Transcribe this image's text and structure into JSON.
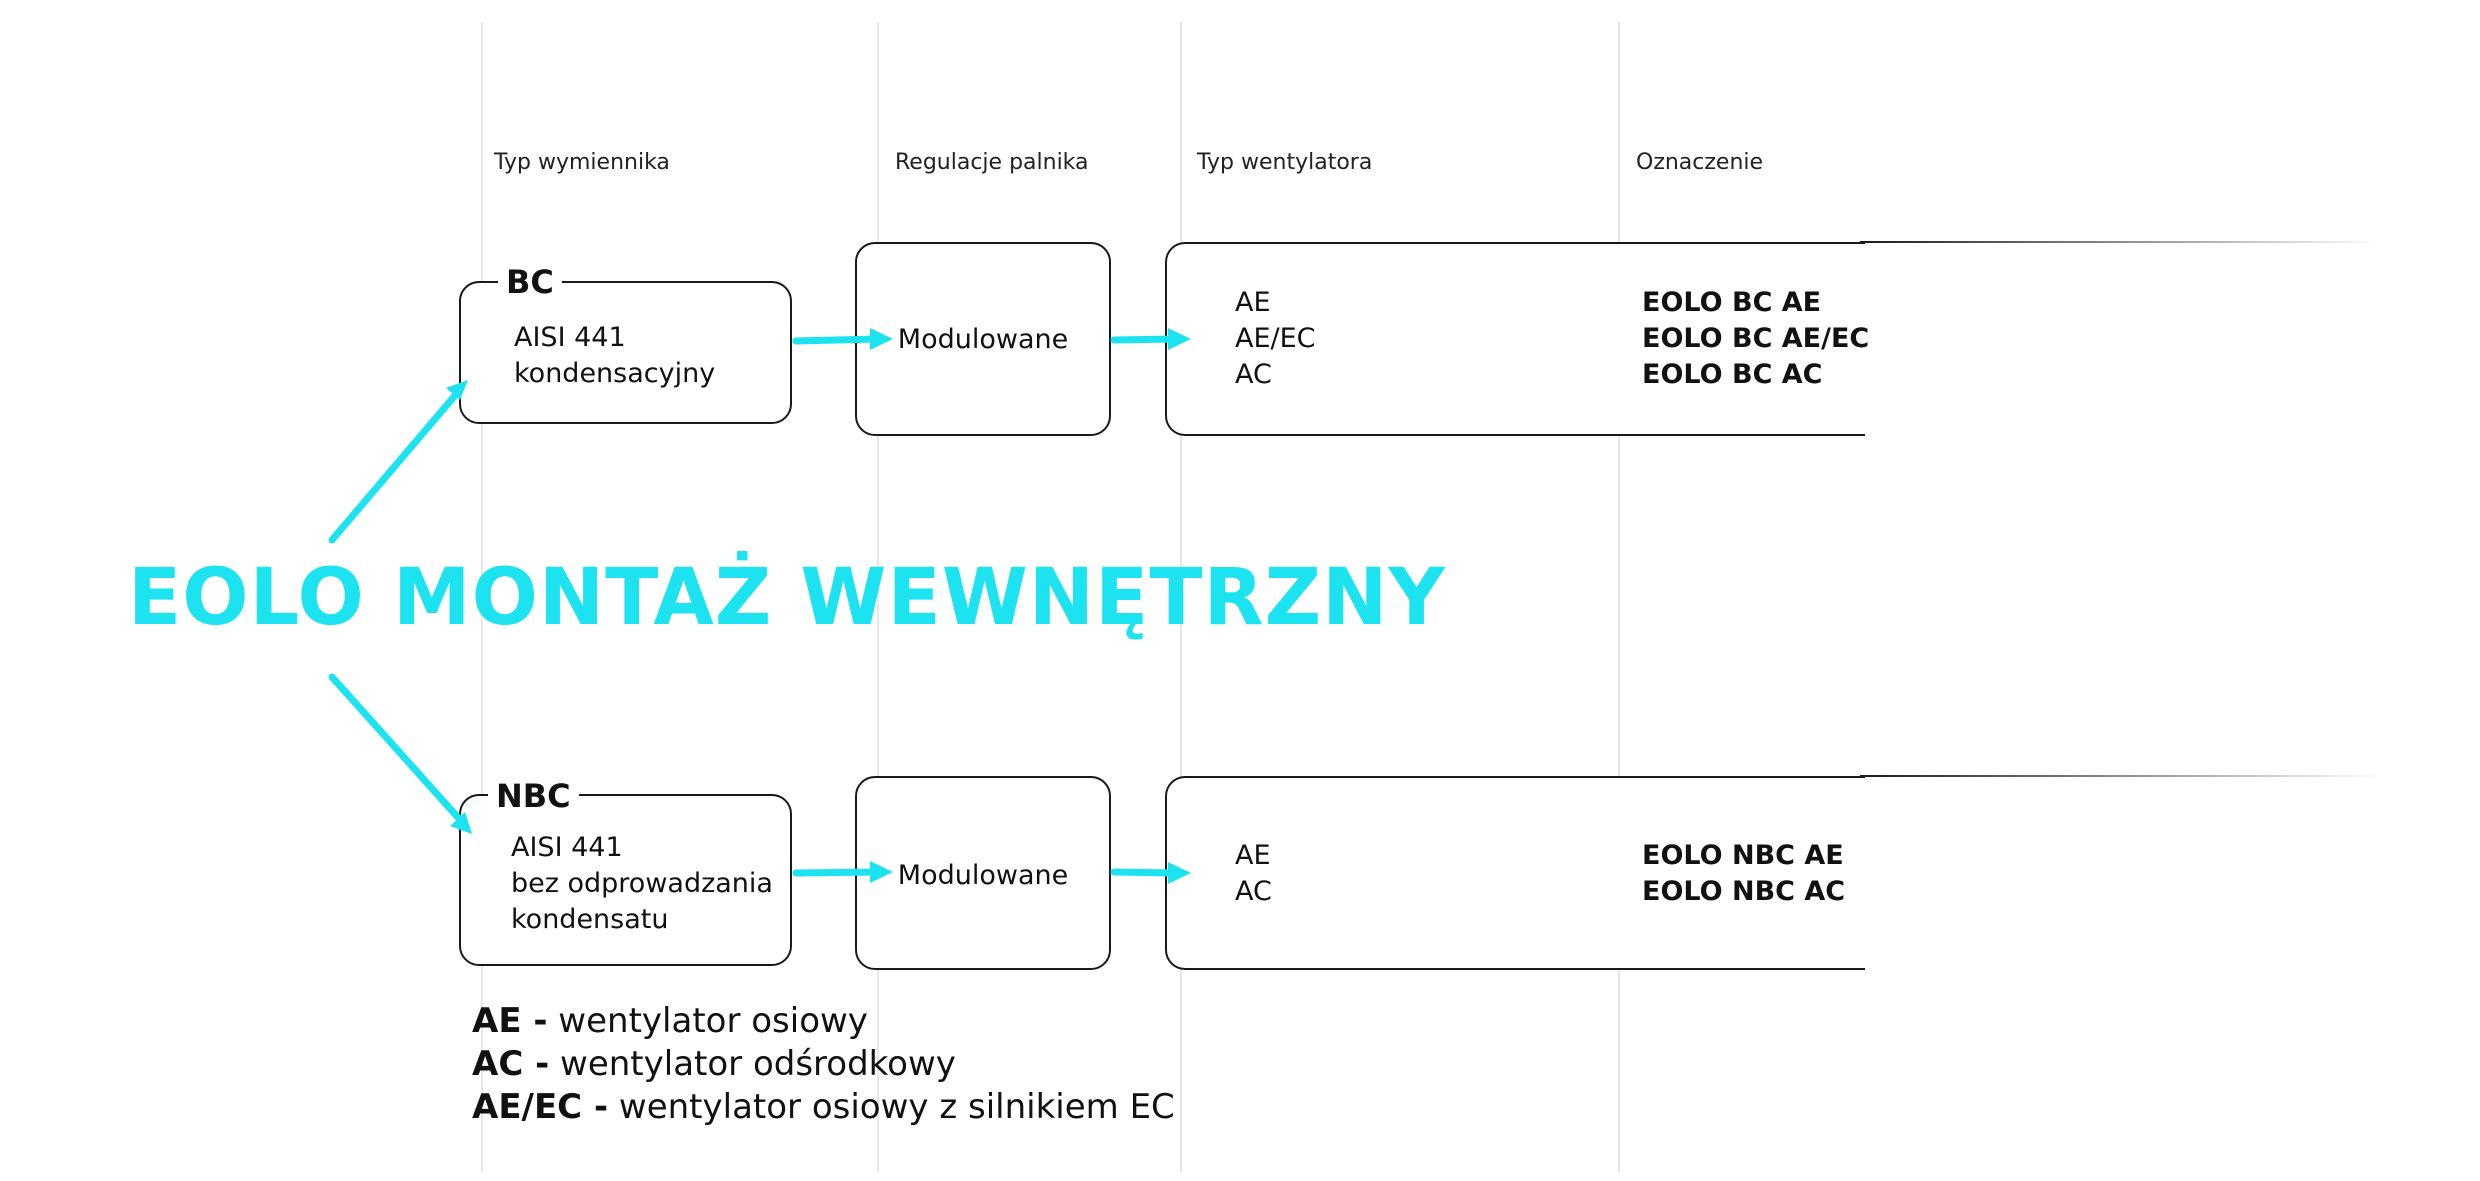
{
  "title": "EOLO MONTAŻ WEWNĘTRZNY",
  "columns": [
    "Typ wymiennika",
    "Regulacje palnika",
    "Typ wentylatora",
    "Oznaczenie"
  ],
  "rows": [
    {
      "tag": "BC",
      "exchanger_lines": [
        "AISI 441",
        "kondensacyjny"
      ],
      "regulation": "Modulowane",
      "fans": [
        "AE",
        "AE/EC",
        "AC"
      ],
      "codes": [
        "EOLO BC AE",
        "EOLO BC AE/EC",
        "EOLO BC AC"
      ]
    },
    {
      "tag": "NBC",
      "exchanger_lines": [
        "AISI 441",
        "bez odprowadzania",
        "kondensatu"
      ],
      "regulation": "Modulowane",
      "fans": [
        "AE",
        "AC"
      ],
      "codes": [
        "EOLO NBC AE",
        "EOLO NBC AC"
      ]
    }
  ],
  "legend": [
    {
      "key": "AE -",
      "text": " wentylator osiowy"
    },
    {
      "key": "AC -",
      "text": " wentylator odśrodkowy"
    },
    {
      "key": "AE/EC -",
      "text": " wentylator osiowy z silnikiem EC"
    }
  ],
  "colors": {
    "accent": "#1de3f0",
    "line": "#1a1a1a",
    "grid": "#e6e6e6"
  }
}
